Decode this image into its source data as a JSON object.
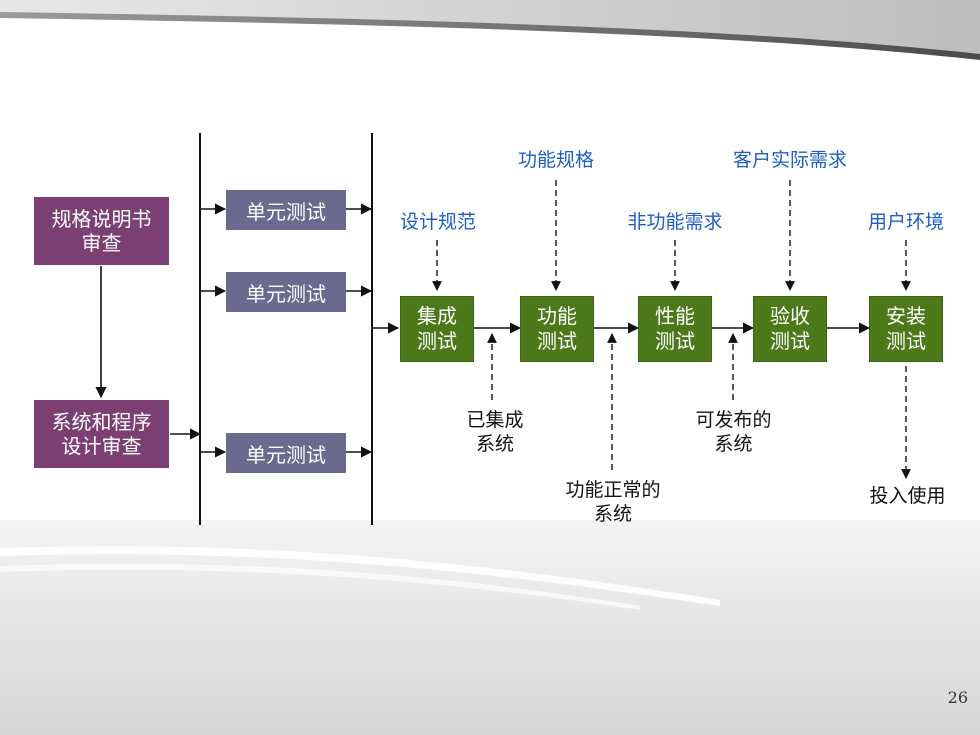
{
  "left_boxes": {
    "spec_review": "规格说明书\n审查",
    "system_design_review": "系统和程序\n设计审查"
  },
  "unit_tests": [
    "单元测试",
    "单元测试",
    "单元测试"
  ],
  "stages": [
    "集成\n测试",
    "功能\n测试",
    "性能\n测试",
    "验收\n测试",
    "安装\n测试"
  ],
  "inputs": {
    "design_spec": "设计规范",
    "function_spec": "功能规格",
    "nonfunctional_req": "非功能需求",
    "customer_req": "客户实际需求",
    "user_env": "用户环境"
  },
  "outputs": {
    "integrated_system": "已集成\n系统",
    "working_system": "功能正常的\n系统",
    "releasable_system": "可发布的\n系统",
    "in_use": "投入使用"
  },
  "page_number": "26"
}
